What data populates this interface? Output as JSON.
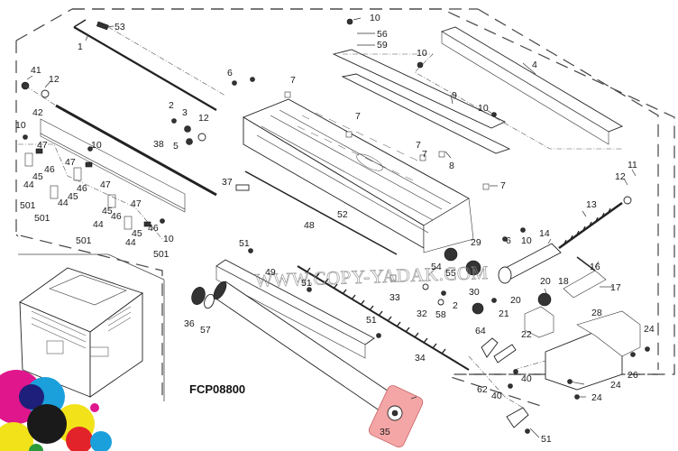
{
  "diagram": {
    "title_code": "FCP08800",
    "watermark": "WWW.COPY-YADAK.COM",
    "highlight_color": "#f4a6a6",
    "logo_colors": {
      "magenta": "#e0168c",
      "cyan": "#1ba0dc",
      "yellow": "#f2e21a",
      "black": "#1a1a1a",
      "navy": "#1d1f7a",
      "red": "#e2242a",
      "green": "#2a9a3a"
    },
    "callouts": [
      {
        "id": "c53",
        "label": "53"
      },
      {
        "id": "c1",
        "label": "1"
      },
      {
        "id": "c41",
        "label": "41"
      },
      {
        "id": "c12a",
        "label": "12"
      },
      {
        "id": "c42",
        "label": "42"
      },
      {
        "id": "c10a",
        "label": "10"
      },
      {
        "id": "c47a",
        "label": "47"
      },
      {
        "id": "c46a",
        "label": "46"
      },
      {
        "id": "c45a",
        "label": "45"
      },
      {
        "id": "c44a",
        "label": "44"
      },
      {
        "id": "c501a",
        "label": "501"
      },
      {
        "id": "c10b",
        "label": "10"
      },
      {
        "id": "c47b",
        "label": "47"
      },
      {
        "id": "c46b",
        "label": "46"
      },
      {
        "id": "c45b",
        "label": "45"
      },
      {
        "id": "c44b",
        "label": "44"
      },
      {
        "id": "c501b",
        "label": "501"
      },
      {
        "id": "c47c",
        "label": "47"
      },
      {
        "id": "c46c",
        "label": "46"
      },
      {
        "id": "c45c",
        "label": "45"
      },
      {
        "id": "c44c",
        "label": "44"
      },
      {
        "id": "c501c",
        "label": "501"
      },
      {
        "id": "c47d",
        "label": "47"
      },
      {
        "id": "c46d",
        "label": "46"
      },
      {
        "id": "c45d",
        "label": "45"
      },
      {
        "id": "c44d",
        "label": "44"
      },
      {
        "id": "c10c",
        "label": "10"
      },
      {
        "id": "c501d",
        "label": "501"
      },
      {
        "id": "c38",
        "label": "38"
      },
      {
        "id": "c2a",
        "label": "2"
      },
      {
        "id": "c3",
        "label": "3"
      },
      {
        "id": "c12b",
        "label": "12"
      },
      {
        "id": "c5",
        "label": "5"
      },
      {
        "id": "c6a",
        "label": "6"
      },
      {
        "id": "c7a",
        "label": "7"
      },
      {
        "id": "c10d",
        "label": "10"
      },
      {
        "id": "c56",
        "label": "56"
      },
      {
        "id": "c59",
        "label": "59"
      },
      {
        "id": "c10e",
        "label": "10"
      },
      {
        "id": "c4",
        "label": "4"
      },
      {
        "id": "c9",
        "label": "9"
      },
      {
        "id": "c10f",
        "label": "10"
      },
      {
        "id": "c7b",
        "label": "7"
      },
      {
        "id": "c7c",
        "label": "7"
      },
      {
        "id": "c7d",
        "label": "7"
      },
      {
        "id": "c8",
        "label": "8"
      },
      {
        "id": "c7e",
        "label": "7"
      },
      {
        "id": "c37",
        "label": "37"
      },
      {
        "id": "c52",
        "label": "52"
      },
      {
        "id": "c48",
        "label": "48"
      },
      {
        "id": "c11",
        "label": "11"
      },
      {
        "id": "c12c",
        "label": "12"
      },
      {
        "id": "c13",
        "label": "13"
      },
      {
        "id": "c29",
        "label": "29"
      },
      {
        "id": "c6b",
        "label": "6"
      },
      {
        "id": "c10g",
        "label": "10"
      },
      {
        "id": "c14",
        "label": "14"
      },
      {
        "id": "c16",
        "label": "16"
      },
      {
        "id": "c17",
        "label": "17"
      },
      {
        "id": "c18",
        "label": "18"
      },
      {
        "id": "c20a",
        "label": "20"
      },
      {
        "id": "c20b",
        "label": "20"
      },
      {
        "id": "c21",
        "label": "21"
      },
      {
        "id": "c51a",
        "label": "51"
      },
      {
        "id": "c49",
        "label": "49"
      },
      {
        "id": "c51b",
        "label": "51"
      },
      {
        "id": "c54",
        "label": "54"
      },
      {
        "id": "c55",
        "label": "55"
      },
      {
        "id": "c33",
        "label": "33"
      },
      {
        "id": "c30",
        "label": "30"
      },
      {
        "id": "c2b",
        "label": "2"
      },
      {
        "id": "c32",
        "label": "32"
      },
      {
        "id": "c58",
        "label": "58"
      },
      {
        "id": "c36",
        "label": "36"
      },
      {
        "id": "c57",
        "label": "57"
      },
      {
        "id": "c51c",
        "label": "51"
      },
      {
        "id": "c34",
        "label": "34"
      },
      {
        "id": "c22",
        "label": "22"
      },
      {
        "id": "c28",
        "label": "28"
      },
      {
        "id": "c24a",
        "label": "24"
      },
      {
        "id": "c64",
        "label": "64"
      },
      {
        "id": "c26",
        "label": "26"
      },
      {
        "id": "c40a",
        "label": "40"
      },
      {
        "id": "c62",
        "label": "62"
      },
      {
        "id": "c40b",
        "label": "40"
      },
      {
        "id": "c24b",
        "label": "24"
      },
      {
        "id": "c24c",
        "label": "24"
      },
      {
        "id": "c35",
        "label": "35"
      },
      {
        "id": "c51d",
        "label": "51"
      }
    ]
  }
}
